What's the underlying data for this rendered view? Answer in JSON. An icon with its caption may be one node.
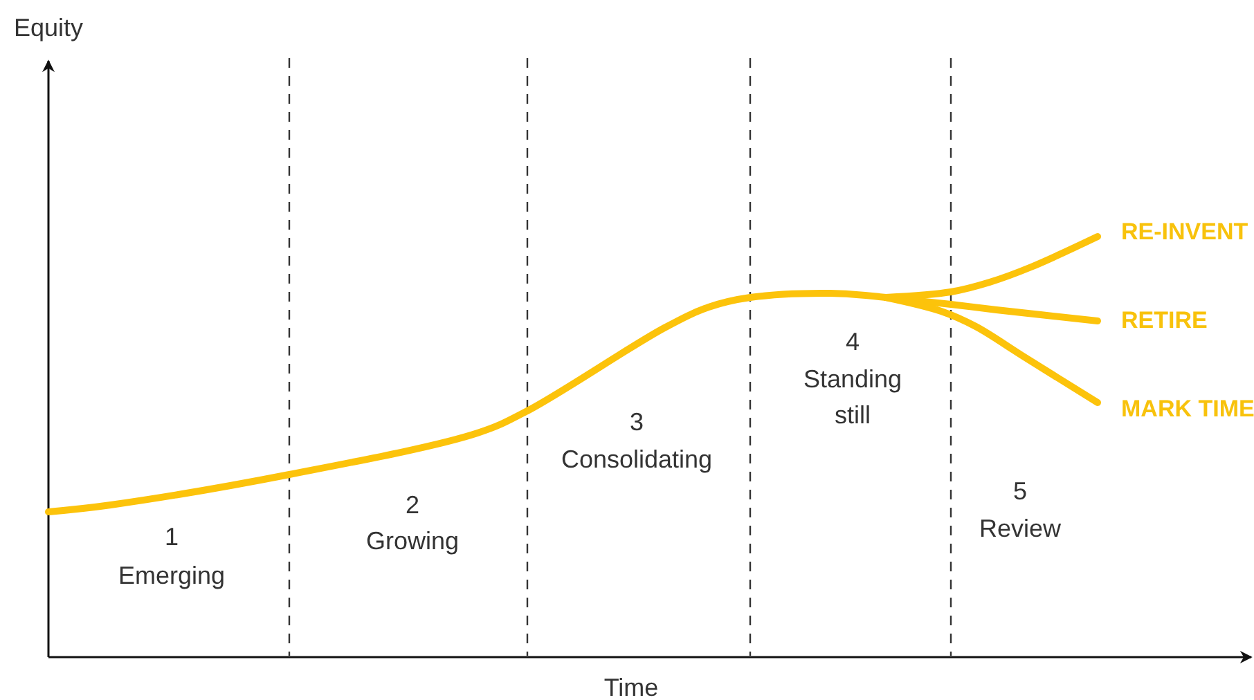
{
  "diagram": {
    "labels": [
      "Equity",
      "RE-INVENT",
      "RETIRE",
      "4",
      "Standing still",
      "MARK TIME",
      "3",
      "Consolidating",
      "5",
      "2",
      "Review",
      "1",
      "Growing",
      "Emerging",
      "Time"
    ]
  }
}
